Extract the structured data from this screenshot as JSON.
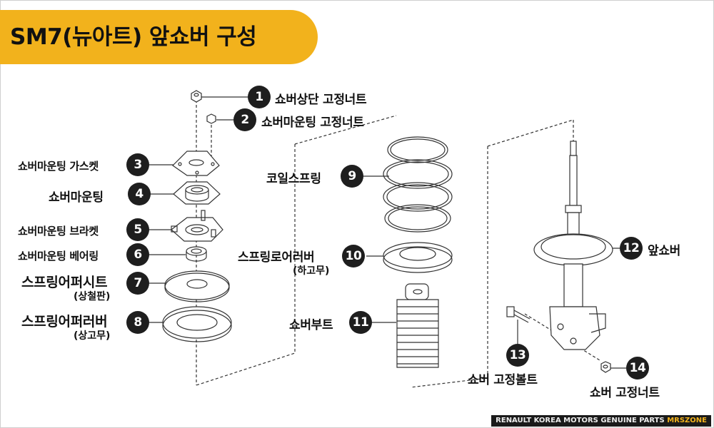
{
  "title": "SM7(뉴아트) 앞쇼버 구성",
  "parts": [
    {
      "num": "1",
      "label": "쇼버상단 고정너트"
    },
    {
      "num": "2",
      "label": "쇼버마운팅 고정너트"
    },
    {
      "num": "3",
      "label": "쇼버마운팅 가스켓"
    },
    {
      "num": "4",
      "label": "쇼버마운팅"
    },
    {
      "num": "5",
      "label": "쇼버마운팅 브라켓"
    },
    {
      "num": "6",
      "label": "쇼버마운팅 베어링"
    },
    {
      "num": "7",
      "label": "스프링어퍼시트",
      "sub": "(상철판)"
    },
    {
      "num": "8",
      "label": "스프링어퍼러버",
      "sub": "(상고무)"
    },
    {
      "num": "9",
      "label": "코일스프링"
    },
    {
      "num": "10",
      "label": "스프링로어러버",
      "sub": "(하고무)"
    },
    {
      "num": "11",
      "label": "쇼버부트"
    },
    {
      "num": "12",
      "label": "앞쇼버"
    },
    {
      "num": "13",
      "label": "쇼버 고정볼트"
    },
    {
      "num": "14",
      "label": "쇼버 고정너트"
    }
  ],
  "footer": {
    "text": "RENAULT KOREA MOTORS GENUINE PARTS ",
    "highlight": "MRSZONE"
  },
  "colors": {
    "accent": "#f2b21c",
    "badge": "#1e1e1e",
    "line": "#333333"
  }
}
